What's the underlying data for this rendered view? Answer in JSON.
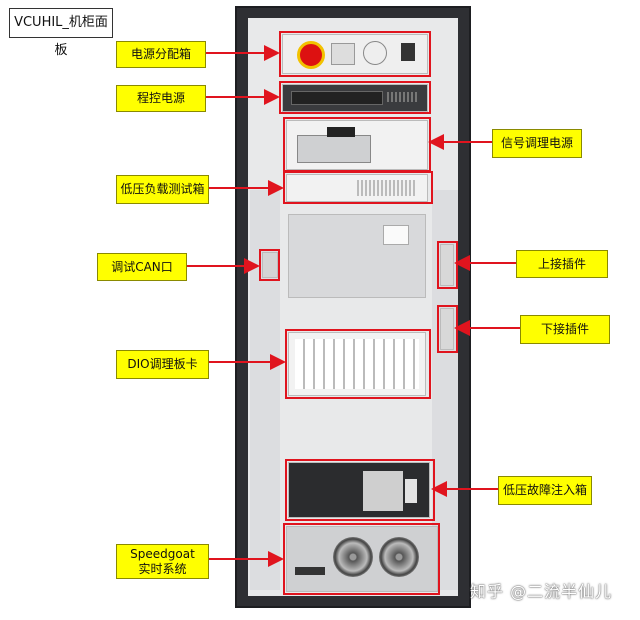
{
  "title": "VCUHIL_机柜面板",
  "labels": {
    "power_distribution": "电源分配箱",
    "programmable_power": "程控电源",
    "signal_conditioning_power": "信号调理电源",
    "low_voltage_load_test": "低压负载测试箱",
    "debug_can": "调试CAN口",
    "upper_connector": "上接插件",
    "lower_connector": "下接插件",
    "dio_board": "DIO调理板卡",
    "fault_injection": "低压故障注入箱",
    "speedgoat_line1": "Speedgoat",
    "speedgoat_line2": "实时系统"
  },
  "watermark": "知乎 @二流半仙儿",
  "colors": {
    "label_fill": "#ffff00",
    "arrow": "#e0141e",
    "cabinet": "#2e2f33"
  }
}
